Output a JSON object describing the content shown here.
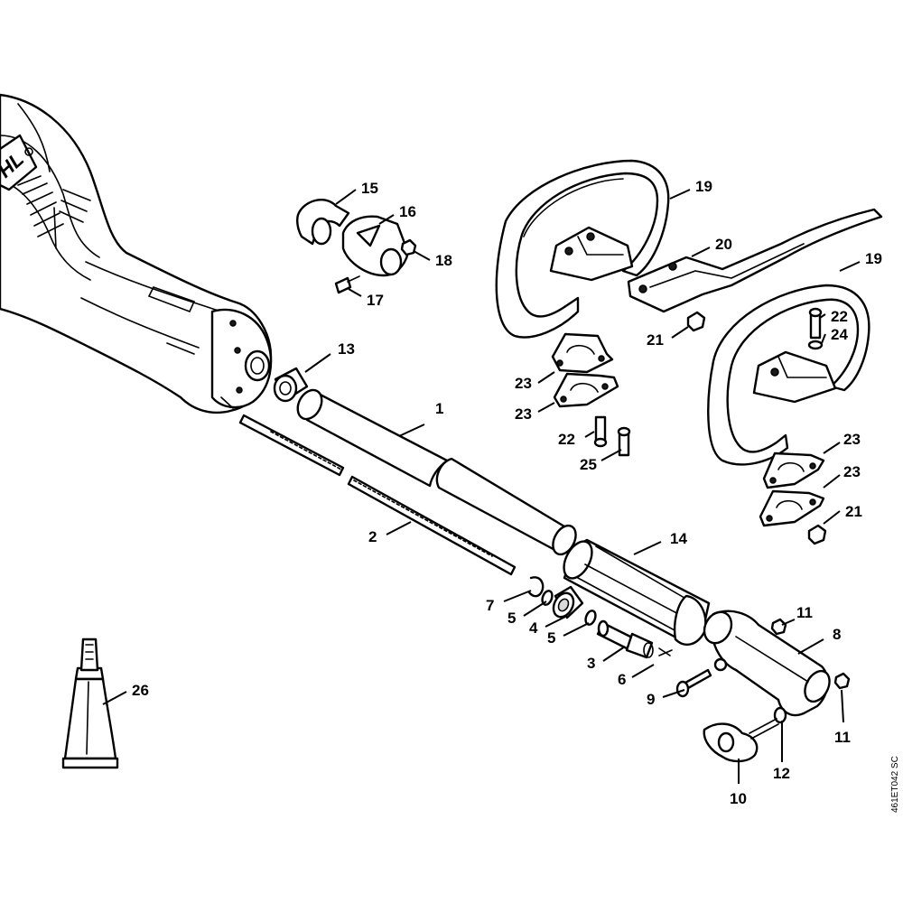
{
  "diagram": {
    "brand_mark": "HL",
    "drawing_code": "461ET042 SC",
    "callouts": [
      {
        "id": "c1",
        "label": "1"
      },
      {
        "id": "c2",
        "label": "2"
      },
      {
        "id": "c3",
        "label": "3"
      },
      {
        "id": "c4",
        "label": "4"
      },
      {
        "id": "c5a",
        "label": "5"
      },
      {
        "id": "c5b",
        "label": "5"
      },
      {
        "id": "c6",
        "label": "6"
      },
      {
        "id": "c7",
        "label": "7"
      },
      {
        "id": "c8",
        "label": "8"
      },
      {
        "id": "c9",
        "label": "9"
      },
      {
        "id": "c10",
        "label": "10"
      },
      {
        "id": "c11a",
        "label": "11"
      },
      {
        "id": "c11b",
        "label": "11"
      },
      {
        "id": "c12",
        "label": "12"
      },
      {
        "id": "c13",
        "label": "13"
      },
      {
        "id": "c14",
        "label": "14"
      },
      {
        "id": "c15",
        "label": "15"
      },
      {
        "id": "c16",
        "label": "16"
      },
      {
        "id": "c17",
        "label": "17"
      },
      {
        "id": "c18",
        "label": "18"
      },
      {
        "id": "c19a",
        "label": "19"
      },
      {
        "id": "c19b",
        "label": "19"
      },
      {
        "id": "c20",
        "label": "20"
      },
      {
        "id": "c21a",
        "label": "21"
      },
      {
        "id": "c21b",
        "label": "21"
      },
      {
        "id": "c22a",
        "label": "22"
      },
      {
        "id": "c22b",
        "label": "22"
      },
      {
        "id": "c23a",
        "label": "23"
      },
      {
        "id": "c23b",
        "label": "23"
      },
      {
        "id": "c23c",
        "label": "23"
      },
      {
        "id": "c23d",
        "label": "23"
      },
      {
        "id": "c24",
        "label": "24"
      },
      {
        "id": "c25",
        "label": "25"
      },
      {
        "id": "c26",
        "label": "26"
      }
    ]
  }
}
